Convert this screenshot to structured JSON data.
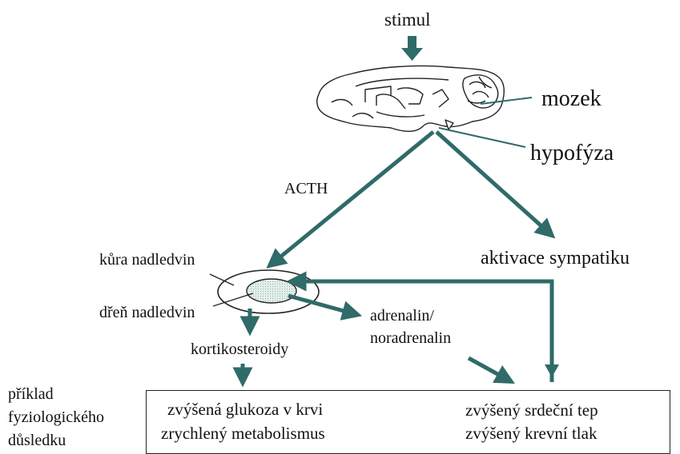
{
  "labels": {
    "stimulus": "stimul",
    "brain": "mozek",
    "pituitary": "hypofýza",
    "acth": "ACTH",
    "adrenal_cortex": "kůra nadledvin",
    "sympathetic": "aktivace sympatiku",
    "adrenal_medulla": "dřeň nadledvin",
    "adrenalin_line1": "adrenalin/",
    "adrenalin_line2": "noradrenalin",
    "corticosteroids": "kortikosteroidy"
  },
  "example": {
    "caption_line1": "příklad",
    "caption_line2": "fyziologického",
    "caption_line3": "důsledku",
    "left_line1": "zvýšená glukoza v krvi",
    "left_line2": "zrychlený metabolismus",
    "right_line1": "zvýšený srdeční tep",
    "right_line2": "zvýšený krevní tlak"
  },
  "colors": {
    "arrow": "#2f6b68",
    "line": "#111111",
    "medulla_fill": "#d9ece7"
  },
  "icons": [
    "brain-sketch-icon"
  ]
}
